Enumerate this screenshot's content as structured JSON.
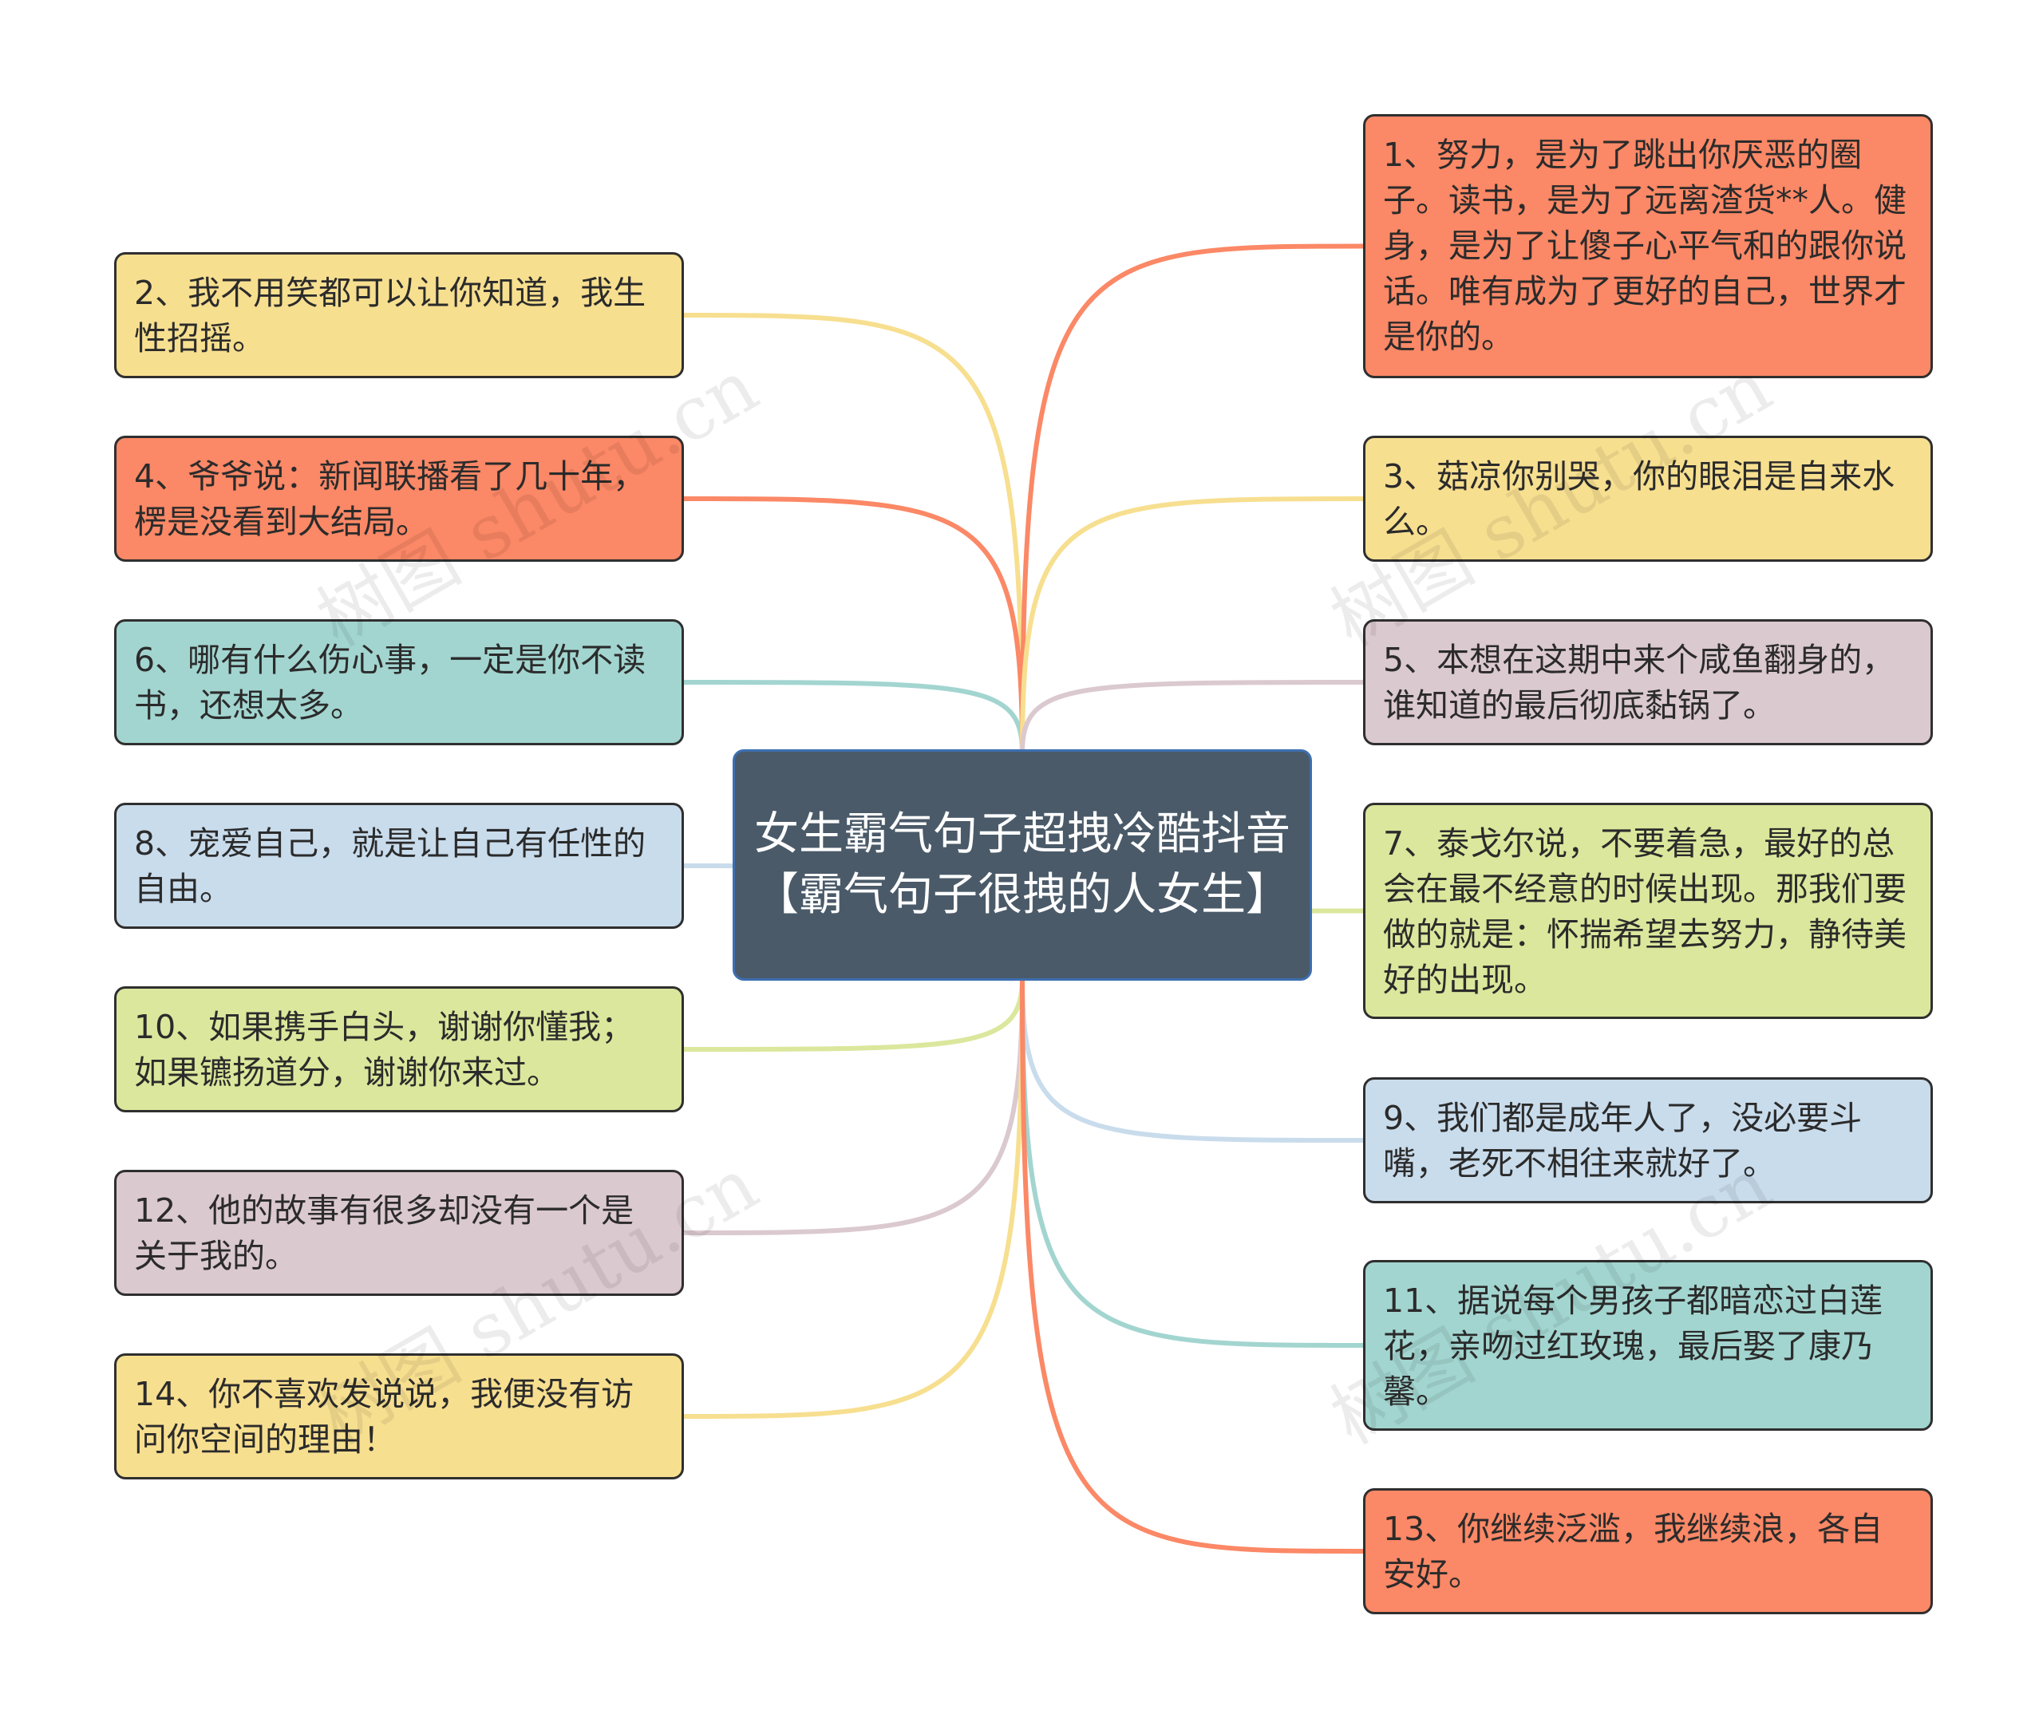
{
  "colors": {
    "orange": "#fb8866",
    "yellow": "#f7df90",
    "teal": "#a3d5d0",
    "blue": "#c9dcec",
    "green": "#dbe79c",
    "mauve": "#dbc9d0",
    "center": "#4a5a69",
    "center_border": "#3d6fb0"
  },
  "center": {
    "title": "女生霸气句子超拽冷酷抖音【霸气句子很拽的人女生】"
  },
  "left_nodes": [
    {
      "text": "2、我不用笑都可以让你知道，我生性招摇。",
      "color": "yellow"
    },
    {
      "text": "4、爷爷说：新闻联播看了几十年，楞是没看到大结局。",
      "color": "orange"
    },
    {
      "text": "6、哪有什么伤心事，一定是你不读书，还想太多。",
      "color": "teal"
    },
    {
      "text": "8、宠爱自己，就是让自己有任性的自由。",
      "color": "blue"
    },
    {
      "text": "10、如果携手白头，谢谢你懂我；如果镳扬道分，谢谢你来过。",
      "color": "green"
    },
    {
      "text": "12、他的故事有很多却没有一个是关于我的。",
      "color": "mauve"
    },
    {
      "text": "14、你不喜欢发说说，我便没有访问你空间的理由！",
      "color": "yellow"
    }
  ],
  "right_nodes": [
    {
      "text": "1、努力，是为了跳出你厌恶的圈子。读书，是为了远离渣货**人。健身，是为了让傻子心平气和的跟你说话。唯有成为了更好的自己，世界才是你的。",
      "color": "orange"
    },
    {
      "text": "3、菇凉你别哭，你的眼泪是自来水么。",
      "color": "yellow"
    },
    {
      "text": "5、本想在这期中来个咸鱼翻身的，谁知道的最后彻底黏锅了。",
      "color": "mauve"
    },
    {
      "text": "7、泰戈尔说，不要着急，最好的总会在最不经意的时候出现。那我们要做的就是：怀揣希望去努力，静待美好的出现。",
      "color": "green"
    },
    {
      "text": "9、我们都是成年人了，没必要斗嘴，老死不相往来就好了。",
      "color": "blue"
    },
    {
      "text": "11、据说每个男孩子都暗恋过白莲花，亲吻过红玫瑰，最后娶了康乃馨。",
      "color": "teal"
    },
    {
      "text": "13、你继续泛滥，我继续浪，各自安好。",
      "color": "orange"
    }
  ],
  "watermark": "树图 shutu.cn"
}
